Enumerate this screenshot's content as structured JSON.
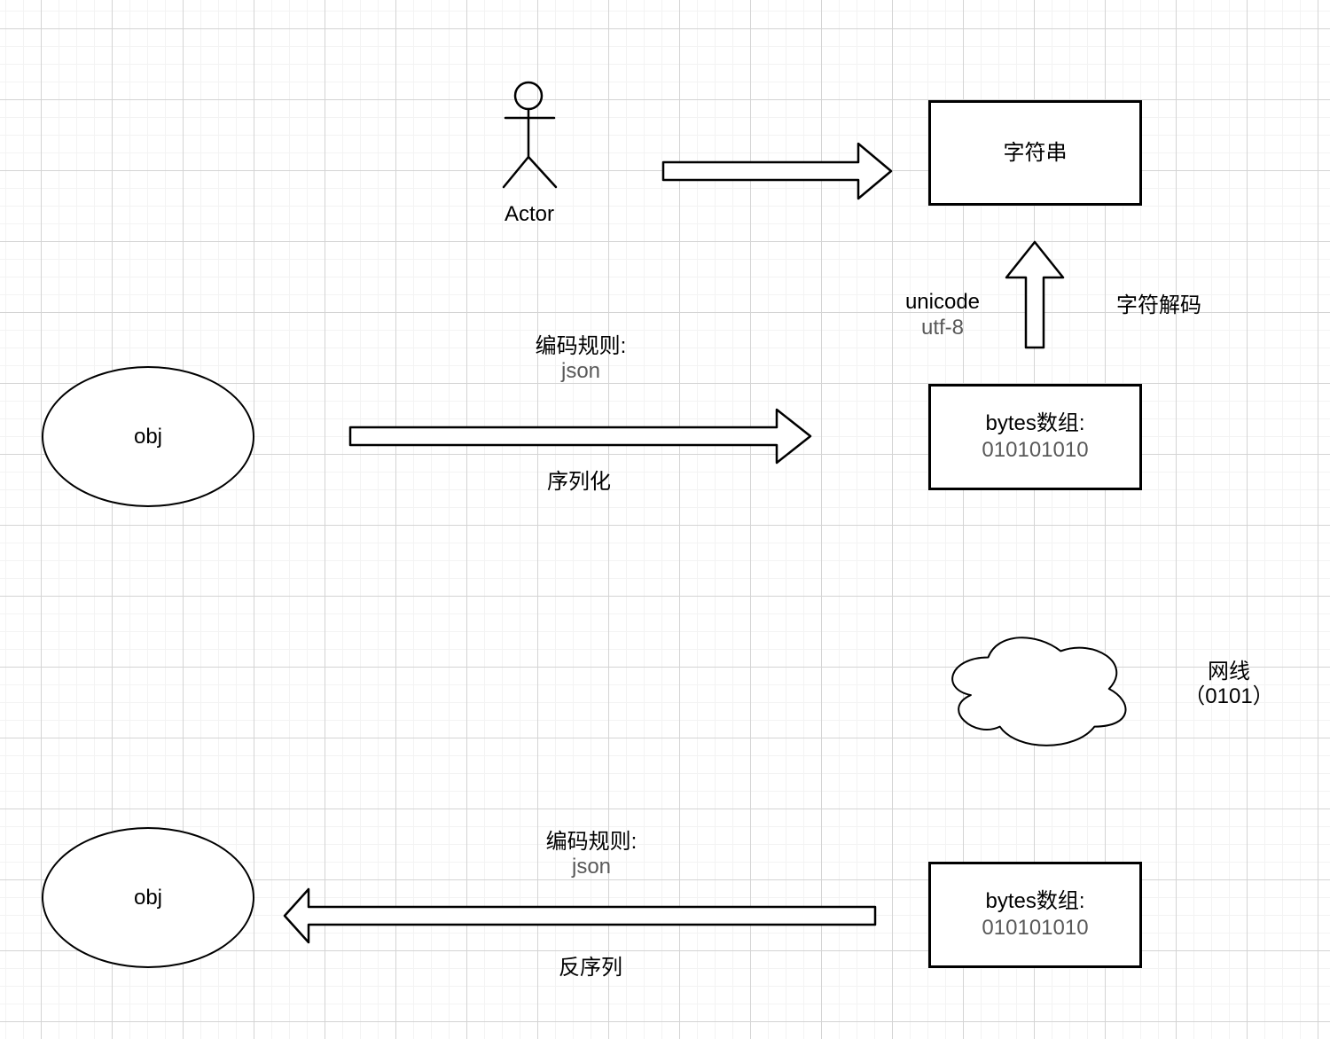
{
  "diagram": {
    "actor": {
      "label": "Actor"
    },
    "string_box": {
      "label": "字符串"
    },
    "decode": {
      "left_line1": "unicode",
      "left_line2": "utf-8",
      "right_label": "字符解码"
    },
    "serialize": {
      "rule_title": "编码规则:",
      "rule_value": "json",
      "arrow_label": "序列化"
    },
    "deserialize": {
      "rule_title": "编码规则:",
      "rule_value": "json",
      "arrow_label": "反序列"
    },
    "objects": {
      "top_label": "obj",
      "bottom_label": "obj"
    },
    "bytes_top": {
      "title": "bytes数组:",
      "value": "010101010"
    },
    "bytes_bottom": {
      "title": "bytes数组:",
      "value": "010101010"
    },
    "network": {
      "line1": "网线",
      "line2": "（0101）"
    },
    "colors": {
      "stroke": "#000000",
      "secondary_text": "#595959",
      "grid_minor": "#f3f3f3",
      "grid_major": "#d4d4d4",
      "background": "#ffffff"
    }
  }
}
